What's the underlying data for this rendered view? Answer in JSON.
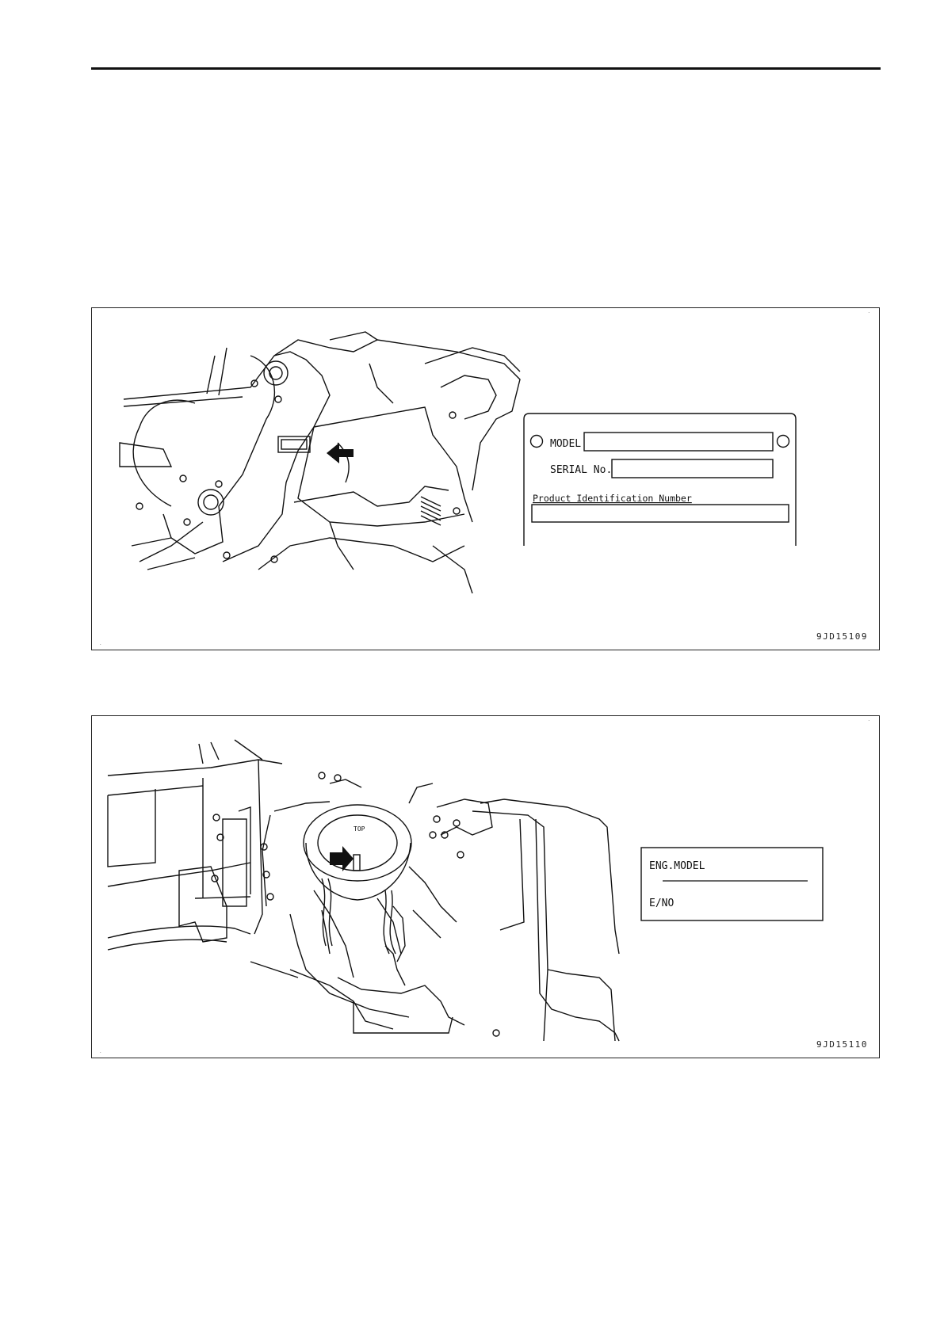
{
  "figures": [
    {
      "id": "9JD15109",
      "plate": {
        "model_label": "MODEL",
        "serial_label": "SERIAL No.",
        "pin_label": "Product Identification Number"
      }
    },
    {
      "id": "9JD15110",
      "plate": {
        "eng_model_label": "ENG.MODEL",
        "eno_label": "E/NO"
      },
      "engine_mark": "TOP"
    }
  ]
}
